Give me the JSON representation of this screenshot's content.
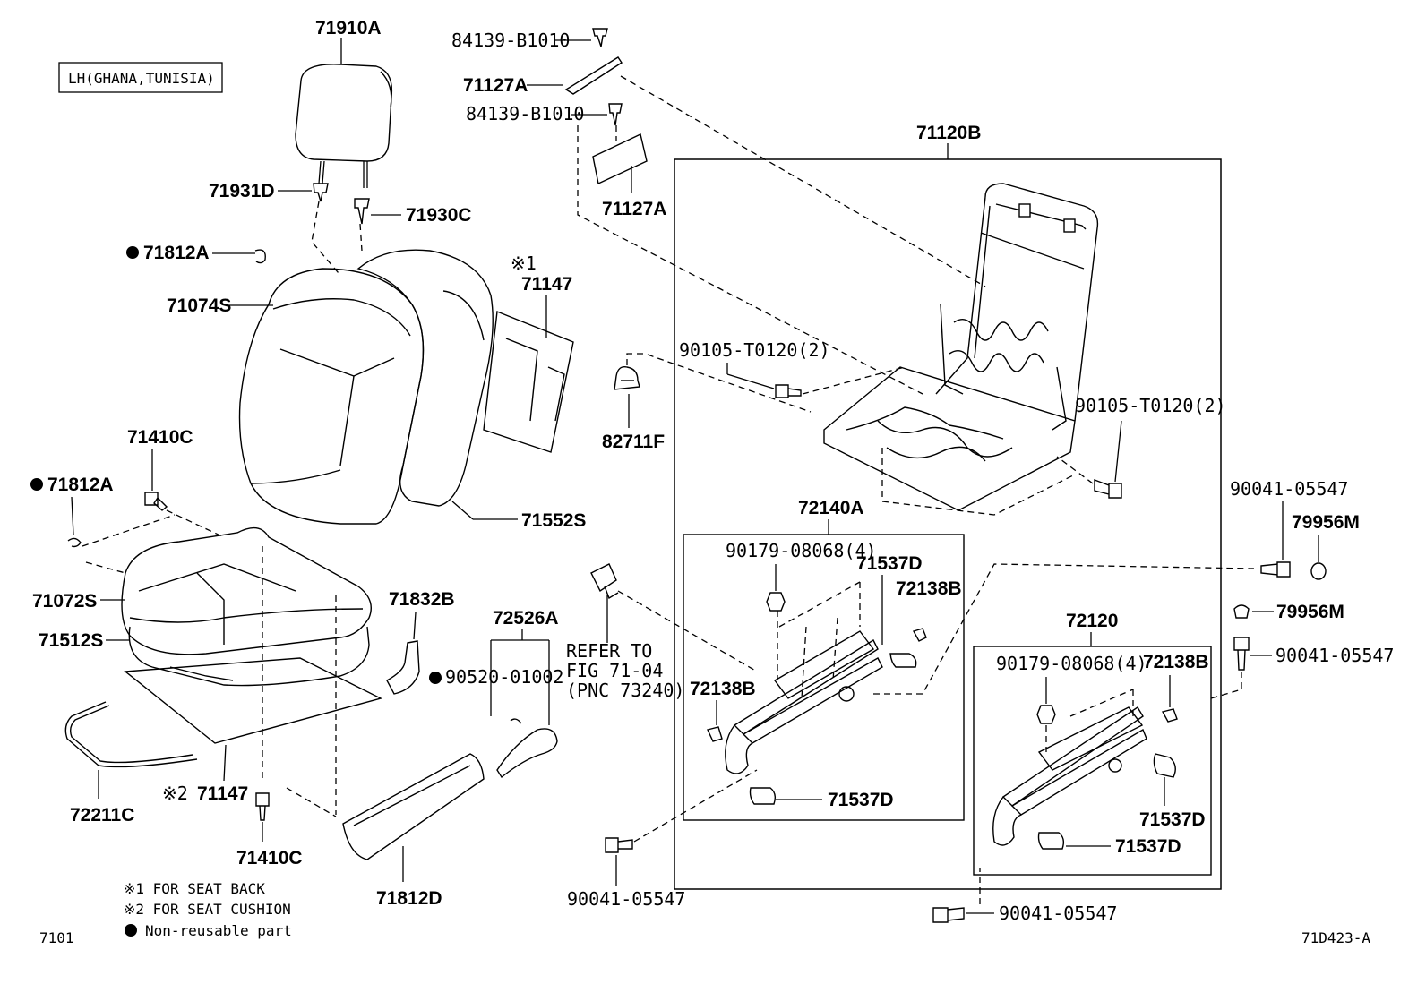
{
  "region_label": "LH(GHANA,TUNISIA)",
  "labels": {
    "p71910A": "71910A",
    "p84139_1": "84139-B1010",
    "p71127A_1": "71127A",
    "p84139_2": "84139-B1010",
    "p71127A_2": "71127A",
    "p71120B": "71120B",
    "p71931D": "71931D",
    "p71930C": "71930C",
    "p71812A_1": "71812A",
    "note1_mark": "※1",
    "p71147_1": "71147",
    "p71074S": "71074S",
    "p90105_1": "90105-T0120(2)",
    "p90105_2": "90105-T0120(2)",
    "p82711F": "82711F",
    "p71410C_1": "71410C",
    "p71812A_2": "71812A",
    "p71552S": "71552S",
    "p90041_r1": "90041-05547",
    "p79956M_1": "79956M",
    "p72140A": "72140A",
    "p90179_1": "90179-08068(4)",
    "p71537D_1": "71537D",
    "p72138B_1": "72138B",
    "p71072S": "71072S",
    "p71832B": "71832B",
    "p72526A": "72526A",
    "p79956M_2": "79956M",
    "p71512S": "71512S",
    "refer_line1": "REFER TO",
    "refer_line2": "FIG 71-04",
    "refer_line3": "(PNC 73240)",
    "p90041_r2": "90041-05547",
    "p72120": "72120",
    "p90520": "90520-01002",
    "p72138B_2": "72138B",
    "p90179_2": "90179-08068(4)",
    "p72138B_3": "72138B",
    "p72211C": "72211C",
    "note2_mark": "※2",
    "p71147_2": "71147",
    "p71537D_2": "71537D",
    "p71537D_3": "71537D",
    "p71410C_2": "71410C",
    "p71537D_4": "71537D",
    "p71812D": "71812D",
    "p90041_b1": "90041-05547",
    "p90041_b2": "90041-05547"
  },
  "legend": {
    "note1": "※1  FOR SEAT BACK",
    "note2": "※2  FOR SEAT CUSHION",
    "nonreusable": "Non-reusable part"
  },
  "footer": {
    "page_code": "7101",
    "diagram_id": "71D423-A"
  }
}
